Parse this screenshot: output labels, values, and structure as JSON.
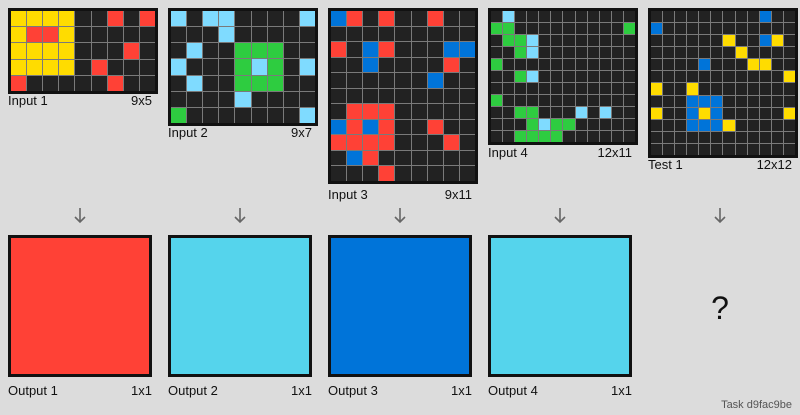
{
  "palette": {
    "0": "#222222",
    "1": "#0074d9",
    "2": "#ff4136",
    "3": "#2ecc40",
    "4": "#ffdc00",
    "8": "#7fdbff",
    "6": "#e03abe"
  },
  "examples": [
    {
      "input_label": "Input 1",
      "input_dims": "9x5",
      "output_label": "Output 1",
      "output_dims": "1x1",
      "output_color": "#ff4136",
      "grid": [
        "444400202",
        "422400000",
        "444400020",
        "444402000",
        "200000200"
      ]
    },
    {
      "input_label": "Input 2",
      "input_dims": "9x7",
      "output_label": "Output 2",
      "output_dims": "1x1",
      "output_color": "#55d4ec",
      "grid": [
        "808800008",
        "000800000",
        "080033300",
        "800038308",
        "080033300",
        "000080000",
        "300000008"
      ]
    },
    {
      "input_label": "Input 3",
      "input_dims": "9x11",
      "output_label": "Output 3",
      "output_dims": "1x1",
      "output_color": "#0074d9",
      "grid": [
        "120200200",
        "000000000",
        "201200011",
        "001000020",
        "000000100",
        "000000000",
        "022200000",
        "121200200",
        "222200020",
        "012000000",
        "000200000"
      ]
    },
    {
      "input_label": "Input 4",
      "input_dims": "12x11",
      "output_label": "Output 4",
      "output_dims": "1x1",
      "output_color": "#55d4ec",
      "grid": [
        "080000000000",
        "330000000003",
        "033800000000",
        "003800000000",
        "300000000000",
        "003800000000",
        "000000000000",
        "300000000000",
        "003300080800",
        "000383300000",
        "003333000000"
      ]
    }
  ],
  "test": {
    "label": "Test 1",
    "dims": "12x12",
    "output_placeholder": "?",
    "grid": [
      "000000000100",
      "100000000000",
      "000000400140",
      "000000040000",
      "000010004400",
      "000000000004",
      "400400000000",
      "000111000000",
      "400141000004",
      "000111400000",
      "000000000000",
      "000000000000"
    ]
  },
  "task_id": "Task d9fac9be",
  "colors": {
    "background": "#dcdcdc",
    "grid_line": "#7a7a7a",
    "border": "#111111"
  }
}
